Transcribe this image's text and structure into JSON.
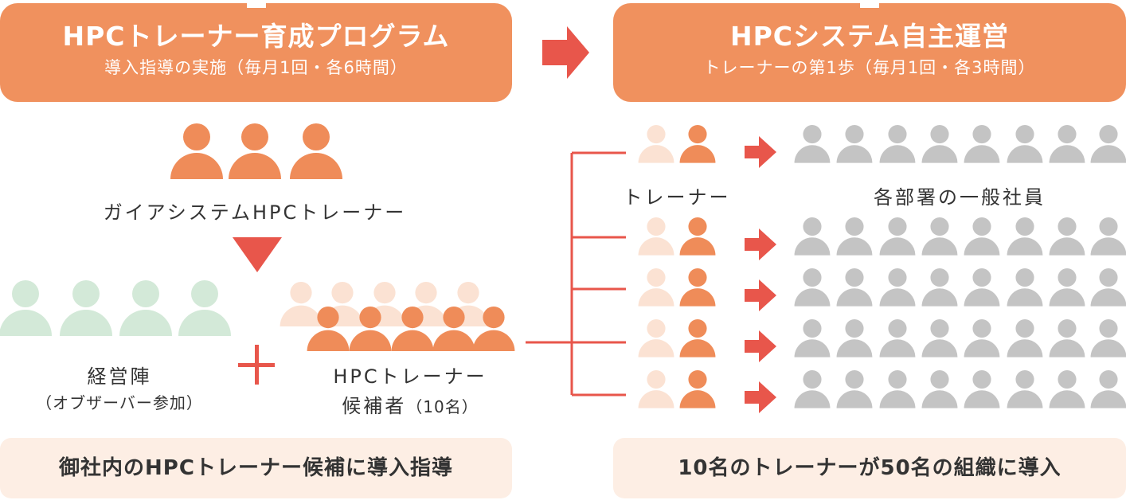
{
  "left_banner": {
    "title": "HPCトレーナー育成プログラム",
    "subtitle": "導入指導の実施（毎月1回・各6時間）"
  },
  "right_banner": {
    "title": "HPCシステム自主運営",
    "subtitle": "トレーナーの第1歩（毎月1回・各3時間）"
  },
  "left_diagram": {
    "gaia_trainer_label": "ガイアシステムHPCトレーナー",
    "management_label": "経営陣",
    "management_note": "（オブザーバー参加）",
    "plus_sign": "+",
    "candidates_label": "HPCトレーナー",
    "candidates_label_2": "候補者",
    "candidates_count": "（10名）"
  },
  "right_diagram": {
    "trainer_label": "トレーナー",
    "employees_label": "各部署の一般社員"
  },
  "bottom_left_text": "御社内のHPCトレーナー候補に導入指導",
  "bottom_right_text": "10名のトレーナーが50名の組織に導入",
  "colors": {
    "banner": "#f0915e",
    "accent_red": "#e8564b",
    "trainer_orange": "#ef8c59",
    "trainer_pale": "#fbe2d3",
    "management_green": "#d3e9d8",
    "employee_gray": "#c4c4c4",
    "bottom_box": "#fdeee4"
  },
  "icons": {
    "person": "person-icon",
    "arrow_right": "arrow-right-icon",
    "arrow_down": "triangle-down-icon"
  }
}
